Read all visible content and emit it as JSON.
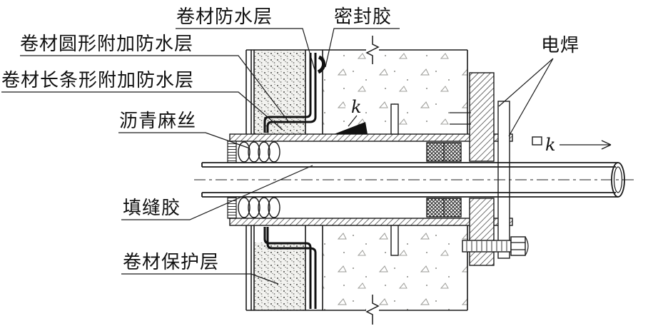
{
  "page": {
    "background": "#ffffff",
    "line_color": "#1a1a1a",
    "drawing_type": "pipe-wall-penetration-waterproofing-detail"
  },
  "labels": {
    "membrane_waterproof": "卷材防水层",
    "sealant": "密封胶",
    "circular_additional": "卷材圆形附加防水层",
    "strip_additional": "卷材长条形附加防水层",
    "asphalt_hemp": "沥青麻丝",
    "joint_filler": "填缝胶",
    "membrane_protective": "卷材保护层",
    "electric_weld": "电焊",
    "weld_k": "k"
  }
}
